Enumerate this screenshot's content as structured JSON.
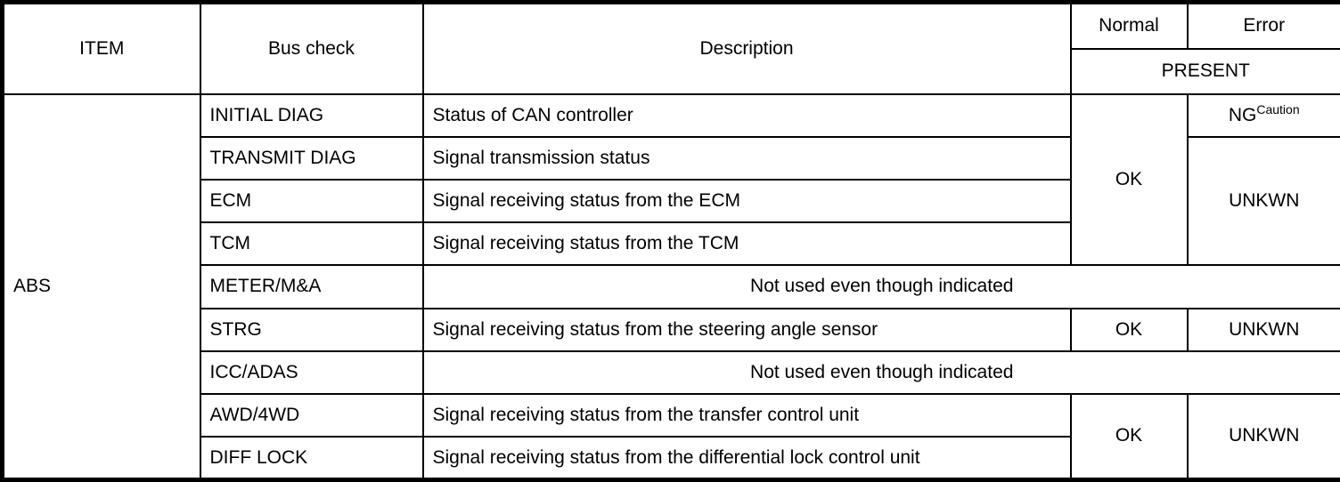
{
  "table": {
    "headers": {
      "item": "ITEM",
      "bus_check": "Bus check",
      "description": "Description",
      "normal": "Normal",
      "error": "Error",
      "present": "PRESENT"
    },
    "item_label": "ABS",
    "rows": [
      {
        "bus_check": "INITIAL DIAG",
        "description": "Status of CAN controller",
        "normal": "OK",
        "error": "NG",
        "error_superscript": "Caution"
      },
      {
        "bus_check": "TRANSMIT DIAG",
        "description": "Signal transmission status",
        "normal": "",
        "error": "UNKWN"
      },
      {
        "bus_check": "ECM",
        "description": "Signal receiving status from the ECM",
        "normal": "",
        "error": ""
      },
      {
        "bus_check": "TCM",
        "description": "Signal receiving status from the TCM",
        "normal": "",
        "error": ""
      },
      {
        "bus_check": "METER/M&A",
        "description": "Not used even though indicated",
        "normal": "",
        "error": ""
      },
      {
        "bus_check": "STRG",
        "description": "Signal receiving status from the steering angle sensor",
        "normal": "OK",
        "error": "UNKWN"
      },
      {
        "bus_check": "ICC/ADAS",
        "description": "Not used even though indicated",
        "normal": "",
        "error": ""
      },
      {
        "bus_check": "AWD/4WD",
        "description": "Signal receiving status from the transfer control unit",
        "normal": "OK",
        "error": "UNKWN"
      },
      {
        "bus_check": "DIFF LOCK",
        "description": "Signal receiving status from the differential lock control unit",
        "normal": "",
        "error": ""
      }
    ]
  }
}
